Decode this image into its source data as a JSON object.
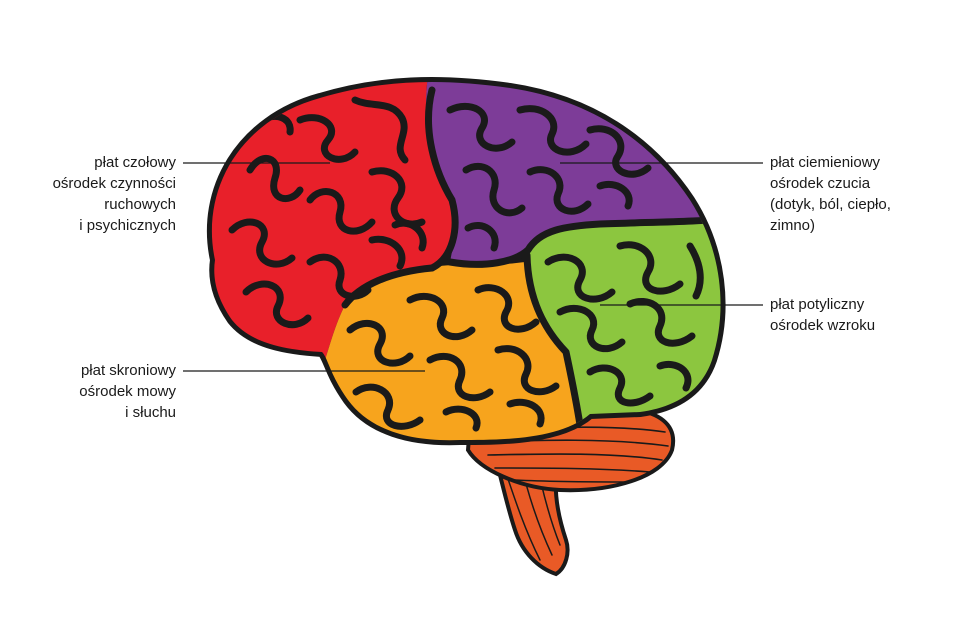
{
  "colors": {
    "frontal": "#e8202a",
    "parietal": "#7d3c98",
    "occipital": "#8cc63f",
    "temporal": "#f7a41d",
    "cerebellum": "#e95a26",
    "brainstem": "#e95a26",
    "outline": "#1a1a1a",
    "background": "#ffffff"
  },
  "labels": {
    "frontal": {
      "name": "płat czołowy",
      "desc_1": "ośrodek czynności",
      "desc_2": "ruchowych",
      "desc_3": "i psychicznych"
    },
    "parietal": {
      "name": "płat ciemieniowy",
      "desc_1": "ośrodek czucia",
      "desc_2": "(dotyk, ból, ciepło,",
      "desc_3": "zimno)"
    },
    "occipital": {
      "name": "płat potyliczny",
      "desc_1": "ośrodek wzroku"
    },
    "temporal": {
      "name": "płat skroniowy",
      "desc_1": "ośrodek mowy",
      "desc_2": "i słuchu"
    }
  }
}
